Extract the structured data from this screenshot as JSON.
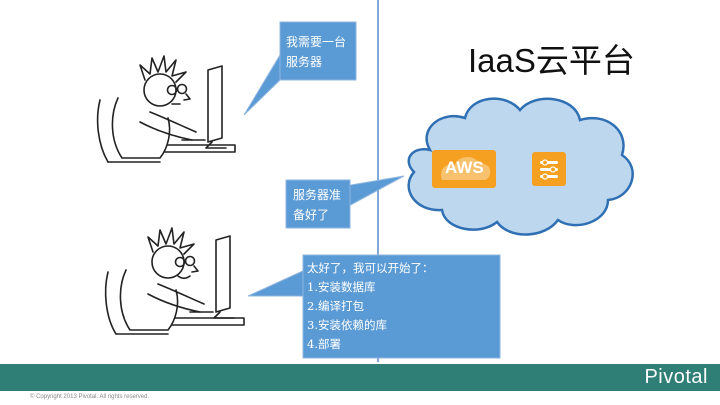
{
  "slide": {
    "title": "IaaS云平台",
    "bubble_request": "我需要一台服务器",
    "bubble_ready": "服务器准备好了",
    "bubble_list": {
      "intro": "太好了，我可以开始了：",
      "steps": [
        "1.安装数据库",
        "2.编译打包",
        "3.安装依赖的库",
        "4.部署"
      ]
    },
    "cloud": {
      "aws_label": "AWS"
    },
    "footer": {
      "brand": "Pivotal",
      "copyright": "© Copyright 2013 Pivotal. All rights reserved."
    },
    "colors": {
      "bubble_fill": "#5b9bd5",
      "bubble_stroke": "#8fb6e0",
      "cloud_fill": "#bdd7ee",
      "cloud_stroke": "#2f6fb3",
      "divider": "#7fa8d8",
      "footer_bar": "#2f7f77",
      "aws_orange": "#f5a021"
    }
  }
}
